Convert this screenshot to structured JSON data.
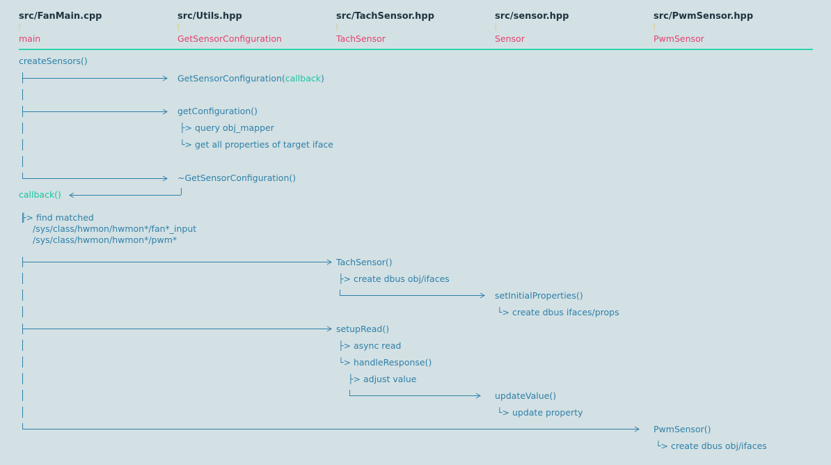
{
  "columns": [
    {
      "file": "src/FanMain.cpp",
      "cls": "main"
    },
    {
      "file": "src/Utils.hpp",
      "cls": "GetSensorConfiguration"
    },
    {
      "file": "src/TachSensor.hpp",
      "cls": "TachSensor"
    },
    {
      "file": "src/sensor.hpp",
      "cls": "Sensor"
    },
    {
      "file": "src/PwmSensor.hpp",
      "cls": "PwmSensor"
    }
  ],
  "header_marker": "⸽",
  "labels": {
    "create_sensors": "createSensors()",
    "get_sensor_config_name": "GetSensorConfiguration(",
    "callback_arg": "callback",
    "close_paren": ")",
    "get_configuration": "getConfiguration()",
    "query_obj_mapper": "├> query obj_mapper",
    "get_all_properties": "└> get all properties of target iface",
    "destructor": "~GetSensorConfiguration()",
    "callback_call": "callback()",
    "find_matched": "├> find matched",
    "path_fan_input": "/sys/class/hwmon/hwmon*/fan*_input",
    "path_pwm": "/sys/class/hwmon/hwmon*/pwm*",
    "tach_sensor": "TachSensor()",
    "create_dbus_obj_ifaces": "├> create dbus obj/ifaces",
    "set_initial_properties": "setInitialProperties()",
    "create_dbus_ifaces_props": "└> create dbus ifaces/props",
    "setup_read": "setupRead()",
    "async_read": "├> async read",
    "handle_response": "└> handleResponse()",
    "adjust_value": "├> adjust value",
    "update_value": "updateValue()",
    "update_property": "└> update property",
    "pwm_sensor": "PwmSensor()",
    "pwm_create_dbus": "└> create dbus obj/ifaces"
  },
  "colors": {
    "background": "#d3e1e4",
    "file_header": "#1f3340",
    "class_name": "#e4416e",
    "marker": "#e6b84a",
    "rule": "#2fd3ad",
    "line": "#2e7fa8",
    "callback": "#18c4a0"
  }
}
